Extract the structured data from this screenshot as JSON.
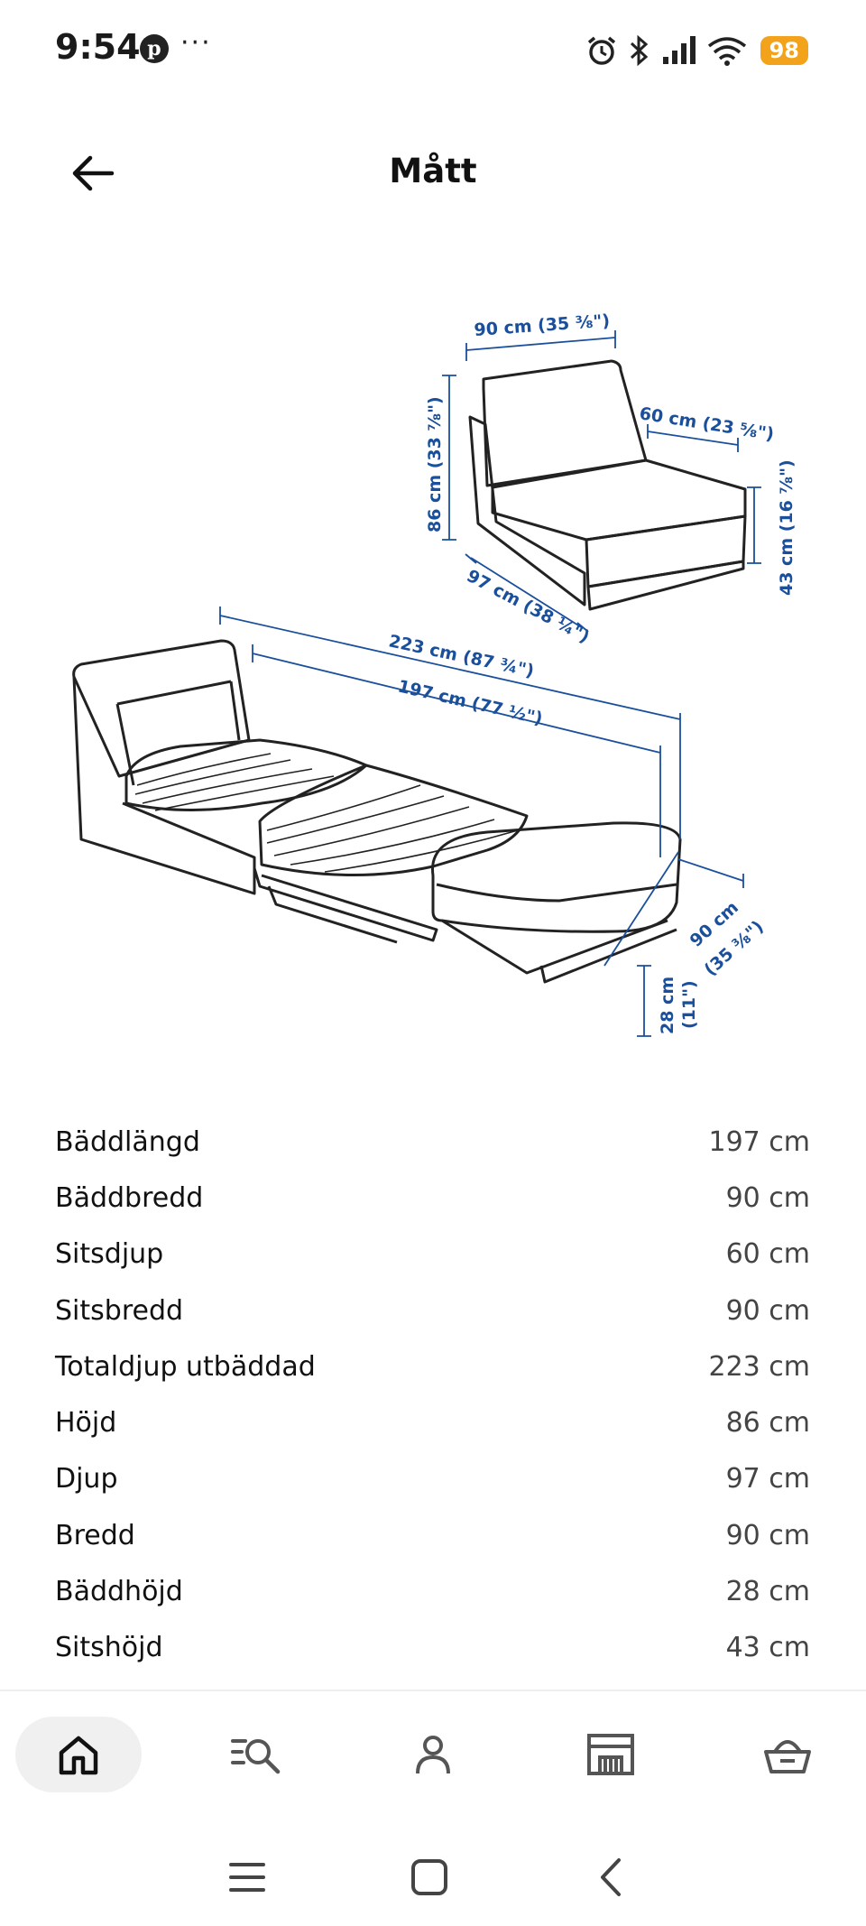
{
  "status_bar": {
    "time": "9:54",
    "pinterest_glyph": "p",
    "more": "···",
    "battery": "98",
    "icons": [
      "alarm-icon",
      "bluetooth-icon",
      "signal-icon",
      "wifi-icon",
      "battery-icon"
    ],
    "battery_color": "#f2a21b"
  },
  "header": {
    "title": "Mått",
    "back_icon": "arrow-left-icon"
  },
  "diagram": {
    "dim_color": "#1a4f9c",
    "labels": {
      "chair_width": "90 cm (35 ⅜\")",
      "chair_height": "86 cm (33 ⅞\")",
      "seat_depth": "60 cm (23 ⅝\")",
      "seat_height": "43 cm (16 ⅞\")",
      "chair_depth": "97 cm (38 ¼\")",
      "total_depth": "223 cm (87 ¾\")",
      "bed_length": "197 cm (77 ½\")",
      "bed_width_cm": "90 cm",
      "bed_width_in": "(35 ⅜\")",
      "bed_height_cm": "28 cm",
      "bed_height_in": "(11\")"
    }
  },
  "specs": [
    {
      "label": "Bäddlängd",
      "value": "197 cm"
    },
    {
      "label": "Bäddbredd",
      "value": "90 cm"
    },
    {
      "label": "Sitsdjup",
      "value": "60 cm"
    },
    {
      "label": "Sitsbredd",
      "value": "90 cm"
    },
    {
      "label": "Totaldjup utbäddad",
      "value": "223 cm"
    },
    {
      "label": "Höjd",
      "value": "86 cm"
    },
    {
      "label": "Djup",
      "value": "97 cm"
    },
    {
      "label": "Bredd",
      "value": "90 cm"
    },
    {
      "label": "Bäddhöjd",
      "value": "28 cm"
    },
    {
      "label": "Sitshöjd",
      "value": "43 cm"
    }
  ],
  "bottom_nav": {
    "items": [
      {
        "icon": "home-icon",
        "active": true
      },
      {
        "icon": "search-list-icon",
        "active": false
      },
      {
        "icon": "profile-icon",
        "active": false
      },
      {
        "icon": "store-icon",
        "active": false
      },
      {
        "icon": "basket-icon",
        "active": false
      }
    ]
  },
  "system_nav": [
    "recent-apps-icon",
    "home-square-icon",
    "back-chevron-icon"
  ]
}
